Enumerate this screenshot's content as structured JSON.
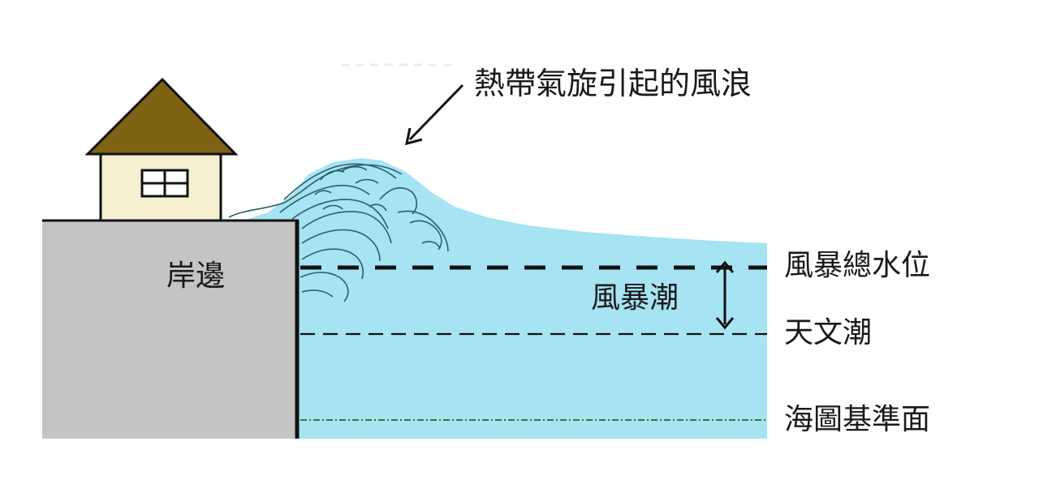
{
  "labels": {
    "wave": "熱帶氣旋引起的風浪",
    "shore": "岸邊",
    "storm_surge": "風暴潮",
    "storm_total_water_level": "風暴總水位",
    "astronomical_tide": "天文潮",
    "chart_datum": "海圖基準面"
  },
  "colors": {
    "water": "#a6e3f3",
    "wave_line": "#2c5c6a",
    "cliff": "#c4c4c4",
    "roof": "#7f6114",
    "house_wall": "#f4f0d0",
    "datum_line": "#3a7a22"
  },
  "icons": {
    "house": "house-icon",
    "wave": "wave-icon",
    "pointer": "arrow-icon",
    "surge_range": "double-arrow-icon"
  }
}
